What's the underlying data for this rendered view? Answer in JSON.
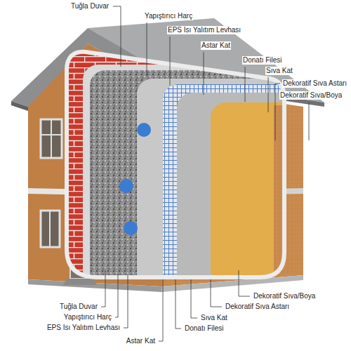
{
  "diagram": {
    "labels": [
      "Tuğla Duvar",
      "Yapıştırıcı Harç",
      "EPS Isı Yalıtım Levhası",
      "Astar Kat",
      "Donatı Filesi",
      "Sıva Kat",
      "Dekoratif Sıva Astarı",
      "Dekoratif Sıva/Boya",
      "Tuğla Duvar",
      "Yapıştırıcı Harç",
      "EPS Isı Yalıtım Levhası",
      "Astar Kat",
      "Donatı Filesi",
      "Sıva Kat",
      "Dekoratif Sıva Astarı",
      "Dekoratif Sıva/Boya"
    ]
  }
}
